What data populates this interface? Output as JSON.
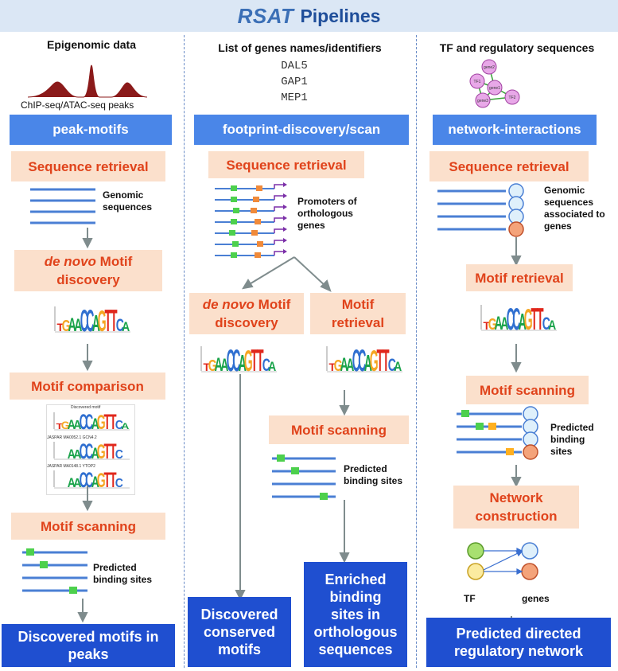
{
  "header": {
    "brand": "RSAT",
    "title": "Pipelines"
  },
  "columns": {
    "left": {
      "heading": "Epigenomic data",
      "peaks_label": "ChIP-seq/ATAC-seq peaks",
      "pipeline": "peak-motifs",
      "steps": {
        "seq_retrieval": "Sequence retrieval",
        "denovo_prefix": "de novo",
        "denovo_rest": "Motif",
        "denovo_line2": "discovery",
        "comparison": "Motif comparison",
        "scanning": "Motif scanning"
      },
      "genomic_label": [
        "Genomic",
        "sequences"
      ],
      "logo_labels": {
        "discovered": "Discovered motif",
        "db1": "JASPAR MA0052.1 GCN4.2",
        "db2": "JASPAR MA0148.1 YTOP2"
      },
      "sites_label": [
        "Predicted",
        "binding sites"
      ],
      "result": [
        "Discovered motifs in",
        "peaks"
      ]
    },
    "middle": {
      "heading": "List of genes names/identifiers",
      "genes": [
        "DAL5",
        "GAP1",
        "MEP1"
      ],
      "pipeline": "footprint-discovery/scan",
      "steps": {
        "seq_retrieval": "Sequence retrieval",
        "denovo_prefix": "de novo",
        "denovo_rest": "Motif",
        "denovo_line2": "discovery",
        "motif_retrieval": [
          "Motif",
          "retrieval"
        ],
        "scanning": "Motif scanning"
      },
      "promoters_label": [
        "Promoters of",
        "orthologous",
        "genes"
      ],
      "sites_label": [
        "Predicted",
        "binding sites"
      ],
      "result_left": [
        "Discovered",
        "conserved",
        "motifs"
      ],
      "result_right": [
        "Enriched",
        "binding",
        "sites in",
        "orthologous",
        "sequences"
      ]
    },
    "right": {
      "heading": "TF and regulatory sequences",
      "network_nodes": [
        "gene2",
        "TF1",
        "gene1",
        "TF2",
        "gene3"
      ],
      "pipeline": "network-interactions",
      "steps": {
        "seq_retrieval": "Sequence retrieval",
        "motif_retrieval": "Motif retrieval",
        "scanning": "Motif scanning",
        "network": [
          "Network",
          "construction"
        ]
      },
      "genomic_label": [
        "Genomic",
        "sequences",
        "associated to",
        "genes"
      ],
      "sites_label": [
        "Predicted",
        "binding",
        "sites"
      ],
      "tf_label": "TF",
      "genes_label": "genes",
      "result": [
        "Predicted directed",
        "regulatory network"
      ]
    }
  },
  "motif_letters": "TGAACCAGTTCA",
  "colors": {
    "A": "#1aa34a",
    "C": "#2f6fd0",
    "G": "#f5a623",
    "T": "#e0271b",
    "line": "#4a7fd4",
    "arrow": "#7f8c8d",
    "site_green": "#4dd04d",
    "site_orange": "#ff9900"
  }
}
